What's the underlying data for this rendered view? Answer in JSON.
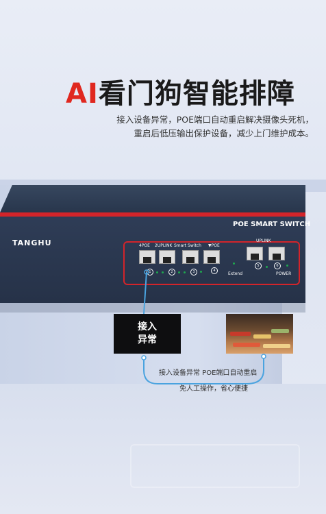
{
  "headline": {
    "accent": "AI",
    "rest": "看门狗智能排障"
  },
  "subtitle": {
    "line1": "接入设备异常，POE端口自动重启解决摄像头死机，",
    "line2": "重启后低压输出保护设备，减少上门维护成本。"
  },
  "device": {
    "brand": "TANGHU",
    "model": "POE SMART SWITCH",
    "labels": {
      "poe_port": "4POE",
      "uplink": "2UPLINK",
      "smart": "Smart Switch",
      "poe_marker": "▼POE",
      "uplink_right": "UPLINK",
      "extend": "Extend",
      "power": "POWER"
    },
    "port_numbers": [
      "1",
      "2",
      "3",
      "4",
      "5",
      "6"
    ]
  },
  "callouts": {
    "alarm": {
      "line1": "接入",
      "line2": "异常"
    },
    "caption1": "接入设备异常 POE端口自动重启",
    "caption2": "免人工操作，省心便捷"
  },
  "colors": {
    "accent_red": "#e0281f",
    "panel_blue": "#2f3d57",
    "link_blue": "#4aa3df"
  }
}
